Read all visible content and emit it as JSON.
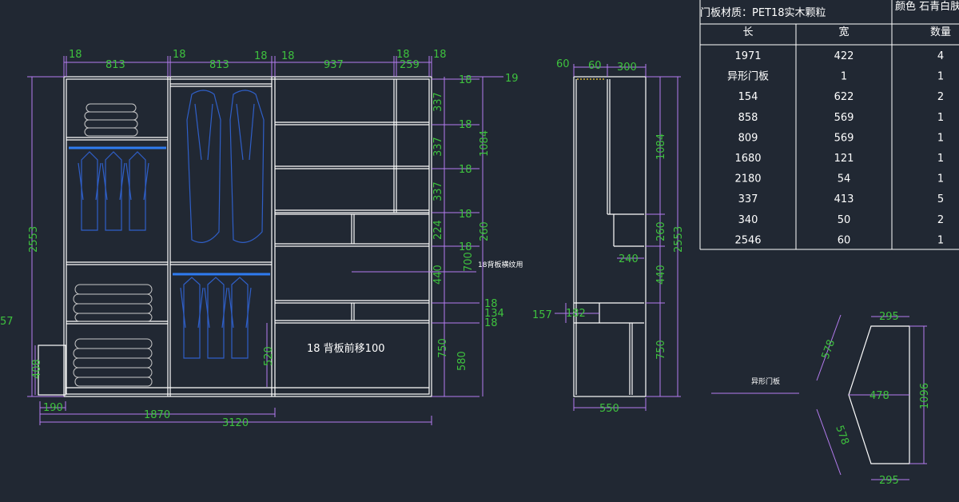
{
  "colors": {
    "background": "#212833",
    "cabinet_line": "#ffffff",
    "dimension_line": "#b57cf0",
    "dimension_text": "#3ec23e",
    "clothes": "#2f5fc8",
    "hanging_rod": "#2f7bf0"
  },
  "front_view": {
    "top_dims": [
      "18",
      "813",
      "18",
      "813",
      "18",
      "18",
      "937",
      "18",
      "259",
      "18"
    ],
    "right_dims": [
      "18",
      "337",
      "18",
      "337",
      "18",
      "337",
      "18",
      "224",
      "18",
      "440",
      "18",
      "18",
      "134",
      "18",
      "750"
    ],
    "right_outer_dims": [
      "19",
      "1084",
      "260",
      "700",
      "580"
    ],
    "left_dims": [
      "2553",
      "408",
      "57"
    ],
    "bottom_dims": [
      "190",
      "1870",
      "3120"
    ],
    "inner_dim": "520",
    "note_backboard": "18背板横纹用",
    "note_back_shift": "18  背板前移100"
  },
  "side_view": {
    "top_dims": [
      "60",
      "60",
      "300"
    ],
    "right_dims": [
      "1084",
      "260",
      "440",
      "750"
    ],
    "right_outer": "2553",
    "inner_dims": [
      "240",
      "157",
      "182"
    ],
    "bottom_dim": "550"
  },
  "odd_panel": {
    "label": "异形门板",
    "dims": [
      "295",
      "578",
      "478",
      "578",
      "295",
      "1096"
    ]
  },
  "table": {
    "title": "门板材质：PET18实木颗粒",
    "color_label": "颜色  石青白肤光",
    "headers": [
      "长",
      "宽",
      "数量"
    ],
    "rows": [
      [
        "1971",
        "422",
        "4"
      ],
      [
        "异形门板",
        "1",
        "1"
      ],
      [
        "154",
        "622",
        "2"
      ],
      [
        "858",
        "569",
        "1"
      ],
      [
        "809",
        "569",
        "1"
      ],
      [
        "1680",
        "121",
        "1"
      ],
      [
        "2180",
        "54",
        "1"
      ],
      [
        "337",
        "413",
        "5"
      ],
      [
        "340",
        "50",
        "2"
      ],
      [
        "2546",
        "60",
        "1"
      ]
    ]
  }
}
